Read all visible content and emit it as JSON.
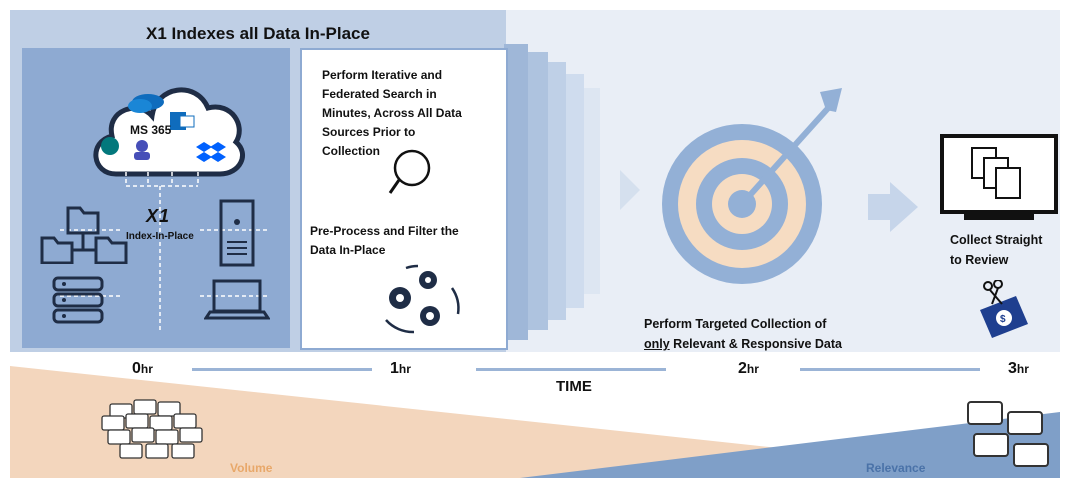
{
  "header": {
    "title": "X1 Indexes all Data In-Place"
  },
  "cloud": {
    "label": "MS 365"
  },
  "brand": {
    "logo": "X1",
    "index_label": "Index-In-Place"
  },
  "step1": {
    "text_lines": [
      "Perform Iterative and",
      "Federated Search in",
      "Minutes, Across All Data",
      "Sources Prior to",
      "Collection"
    ]
  },
  "step2": {
    "text_lines": [
      "Pre-Process and Filter the",
      "Data In-Place"
    ]
  },
  "target": {
    "caption_line1": "Perform Targeted Collection of",
    "caption_emph": "only",
    "caption_rest": " Relevant & Responsive Data"
  },
  "review": {
    "line1": "Collect Straight",
    "line2": "to Review"
  },
  "timeline": {
    "labels": [
      {
        "num": "0",
        "unit": "hr"
      },
      {
        "num": "1",
        "unit": "hr"
      },
      {
        "num": "2",
        "unit": "hr"
      },
      {
        "num": "3",
        "unit": "hr"
      }
    ],
    "axis_label": "TIME"
  },
  "bottom": {
    "volume_label": "Volume",
    "relevance_label": "Relevance"
  },
  "colors": {
    "panel": "#bfcfe5",
    "inner": "#8eaad2",
    "band": "#e9eef6",
    "volume": "#f3d6bd",
    "relevance": "#7f9fc8",
    "icon_dark": "#1f2d46"
  }
}
